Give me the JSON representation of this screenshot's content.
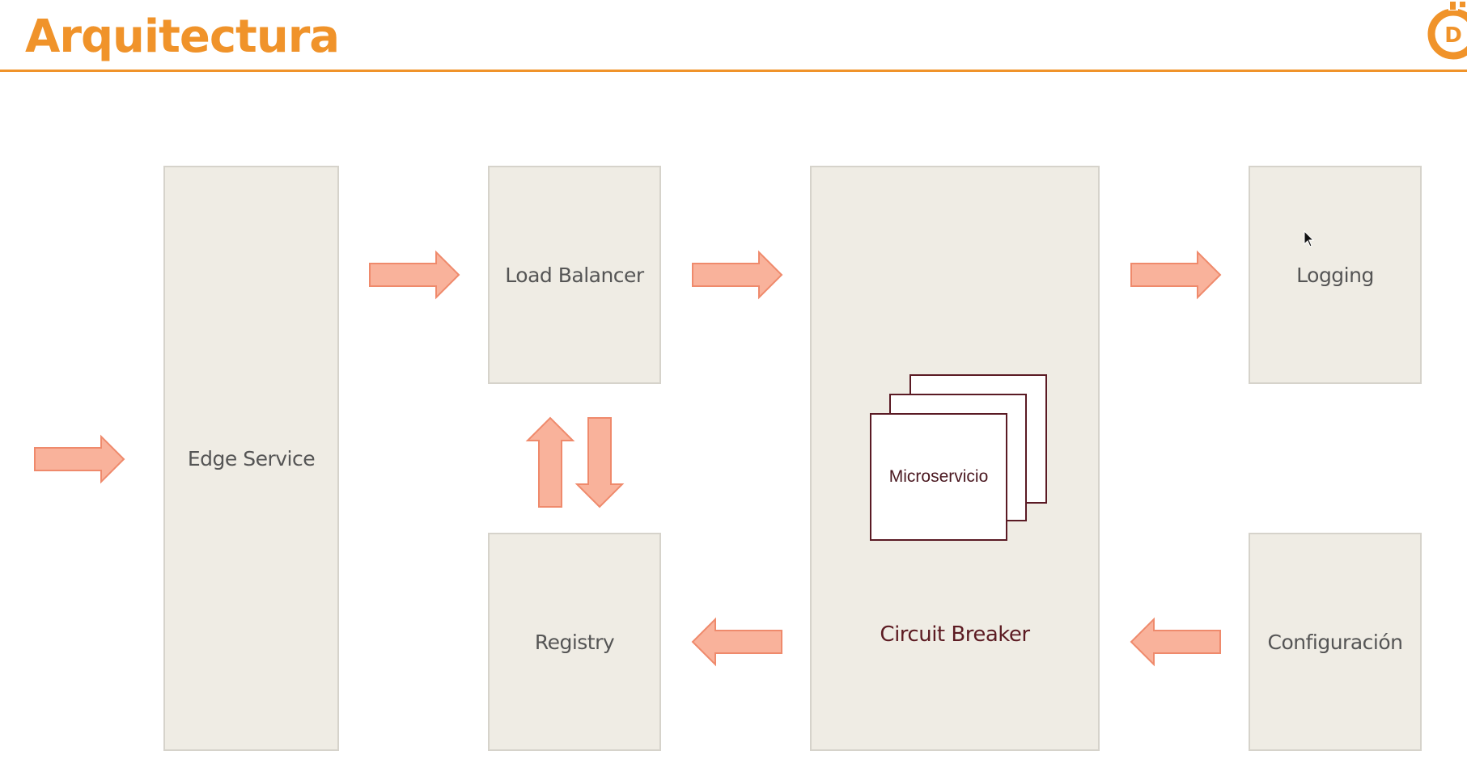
{
  "header": {
    "title": "Arquitectura",
    "accent_color": "#f0932a",
    "logo_letter": "D"
  },
  "diagram": {
    "boxes": {
      "edge_service": "Edge Service",
      "load_balancer": "Load Balancer",
      "registry": "Registry",
      "circuit_breaker": "Circuit Breaker",
      "logging": "Logging",
      "configuracion": "Configuración"
    },
    "microservice_label": "Microservicio",
    "arrow_color": "#f9b29b",
    "arrow_outline": "#ef8a6c",
    "box_fill": "#efece4",
    "card_outline": "#5a1a24",
    "arrows": [
      {
        "from": "input",
        "to": "edge_service",
        "direction": "right"
      },
      {
        "from": "edge_service",
        "to": "load_balancer",
        "direction": "right"
      },
      {
        "from": "load_balancer",
        "to": "circuit_breaker",
        "direction": "right"
      },
      {
        "from": "circuit_breaker",
        "to": "logging",
        "direction": "right"
      },
      {
        "from": "registry",
        "to": "load_balancer",
        "direction": "up"
      },
      {
        "from": "load_balancer",
        "to": "registry",
        "direction": "down"
      },
      {
        "from": "circuit_breaker",
        "to": "registry",
        "direction": "left"
      },
      {
        "from": "configuracion",
        "to": "circuit_breaker",
        "direction": "left"
      }
    ]
  }
}
